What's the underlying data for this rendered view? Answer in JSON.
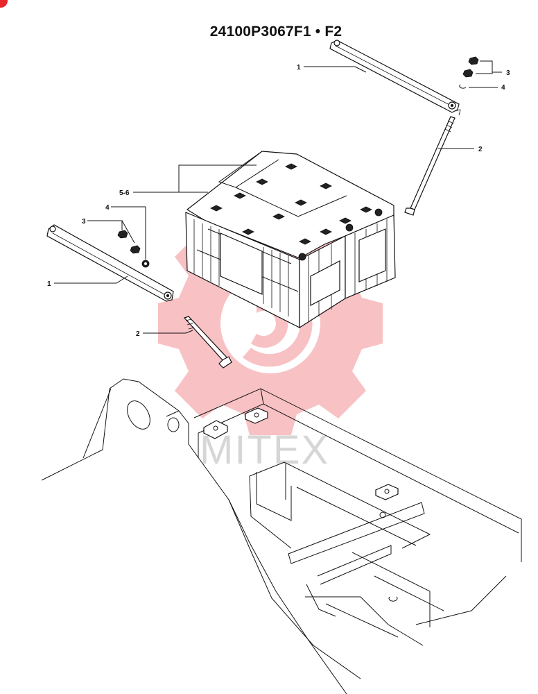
{
  "title": "24100P3067F1 • F2",
  "watermark": {
    "text": "MITEX",
    "color": "#e8262c"
  },
  "callouts": {
    "right_bar": "1",
    "right_rod": "2",
    "right_nut": "3",
    "right_washer": "4",
    "battery": "5-6",
    "left_washer": "4",
    "left_nut": "3",
    "left_bar": "1",
    "left_rod": "2"
  },
  "colors": {
    "line": "#111111",
    "watermark_red": "#e8262c",
    "watermark_gray": "#c9c9c9"
  }
}
